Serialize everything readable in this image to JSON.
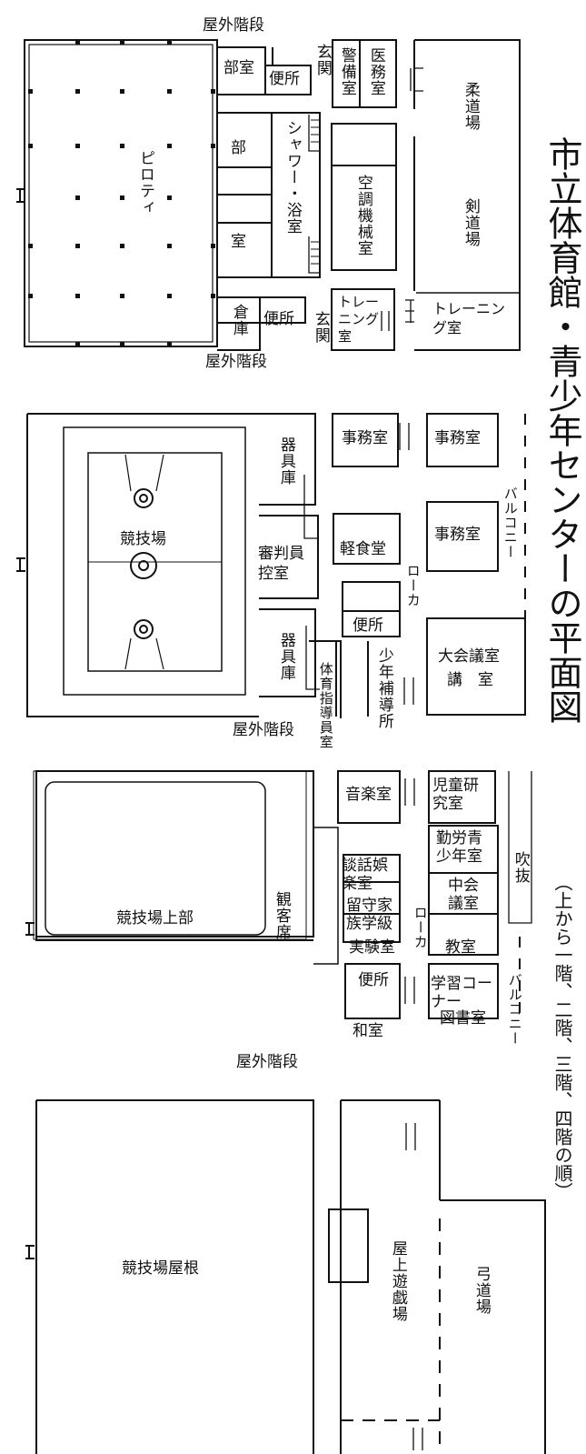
{
  "title": "市立体育館・青少年センターの平面図",
  "subtitle": "（上から一階、二階、三階、四階の順）",
  "floor1": {
    "stairs_top": "屋外階段",
    "stairs_bottom": "屋外階段",
    "piloti": "ピロティ",
    "club_room_top": "部室",
    "toilet_top": "便所",
    "entrance_top": "玄関",
    "guard_room": "警備室",
    "medical_room": "医務室",
    "judo_hall": "柔道場",
    "kendo_hall": "剣道場",
    "club_room_mid_1": "部",
    "club_room_mid_2": "室",
    "shower": "シャワー・浴室",
    "aircon_room": "空調機械室",
    "storage": "倉庫",
    "toilet_bottom": "便所",
    "entrance_bottom": "玄関",
    "training_room_small": "トレーニング室",
    "training_room_large": "トレーニング室"
  },
  "floor2": {
    "arena": "競技場",
    "equipment_top": "器具庫",
    "equipment_bottom": "器具庫",
    "referee_room": "審判員控室",
    "office_1": "事務室",
    "office_2": "事務室",
    "office_3": "事務室",
    "balcony": "バルコニー",
    "snack_bar": "軽食堂",
    "corridor": "ローカ",
    "toilet": "便所",
    "youth_guidance": "少年補導所",
    "conference_room": "大会議室",
    "lecture_room": "講　室",
    "pe_instructor_room": "体育指導員室",
    "stairs": "屋外階段"
  },
  "floor3": {
    "arena_upper": "競技場上部",
    "spectator_seats": "観客席",
    "music_room": "音楽室",
    "child_research": "児童研究室",
    "working_youth": "勤労青少年室",
    "atrium": "吹抜",
    "lounge": "談話娯楽室",
    "latchkey": "留守家族学級",
    "medium_meeting": "中会議室",
    "corridor": "ローカ",
    "lab": "実験室",
    "classroom": "教室",
    "toilet": "便所",
    "study_corner": "学習コーナー",
    "balcony": "バルコニー",
    "japanese_room": "和室",
    "library": "図書室",
    "stairs": "屋外階段"
  },
  "floor4": {
    "arena_roof": "競技場屋根",
    "rooftop_playground": "屋上遊戯場",
    "archery_range": "弓道場"
  }
}
